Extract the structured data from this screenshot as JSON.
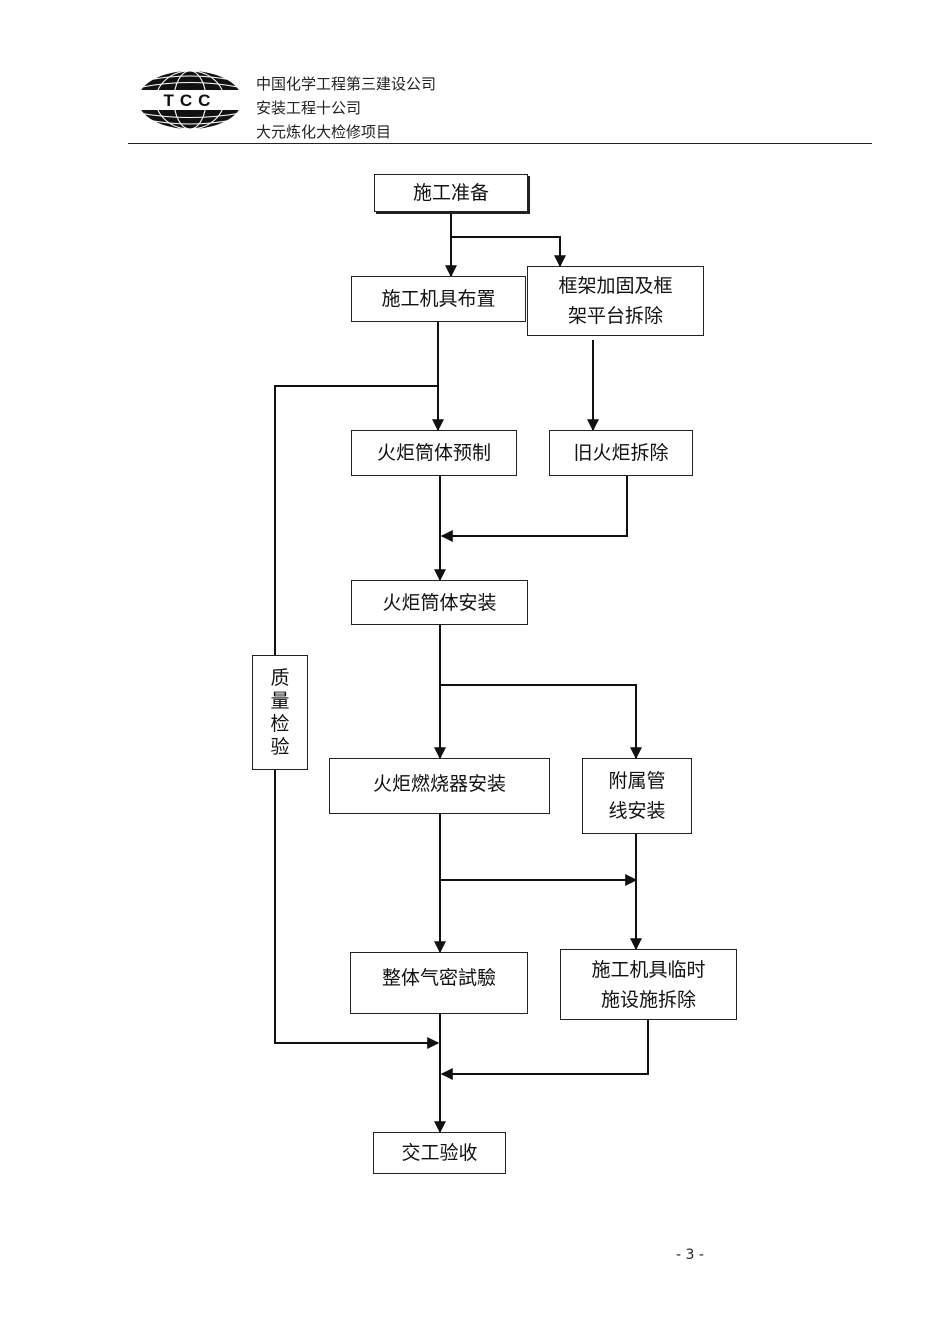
{
  "header": {
    "logo_text": "TCC",
    "lines": [
      "中国化学工程第三建设公司",
      "安装工程十公司",
      "大元炼化大检修项目"
    ]
  },
  "flowchart": {
    "nodes": {
      "prep": "施工准备",
      "machinery_layout": "施工机具布置",
      "frame_reinforce": "框架加固及框\n架平台拆除",
      "flare_prefab": "火炬筒体预制",
      "old_flare_removal": "旧火炬拆除",
      "flare_install": "火炬筒体安装",
      "quality_check": "质\n量\n检\n验",
      "burner_install": "火炬燃烧器安装",
      "pipeline_install": "附属管\n线安装",
      "gas_test": "整体气密試驗",
      "temp_removal": "施工机具临时\n施设施拆除",
      "handover": "交工验收"
    }
  },
  "footer": {
    "page_number": "- 3 -"
  }
}
